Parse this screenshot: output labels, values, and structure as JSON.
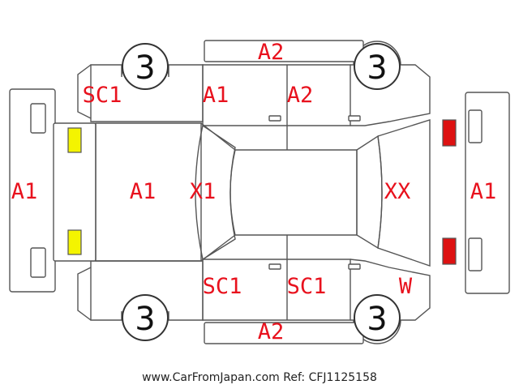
{
  "diagram": {
    "labels": {
      "roof_top": "A2",
      "front_left_fender": "SC1",
      "front_left_door": "A1",
      "rear_left_door": "A2",
      "front_bumper": "A1",
      "hood": "A1",
      "windshield": "X1",
      "rear_glass": "XX",
      "rear_bumper": "A1",
      "front_right_door": "SC1",
      "rear_right_door": "SC1",
      "roof_bottom": "A2",
      "rear_right_quarter": "W"
    },
    "wheels": {
      "front_left": "3",
      "rear_left": "3",
      "front_right": "3",
      "rear_right": "3"
    },
    "colors": {
      "code_text": "#e8111d",
      "front_lamps": "#f4f400",
      "rear_lamps": "#dd1111",
      "outline": "#555555"
    }
  },
  "footer": "www.CarFromJapan.com Ref: CFJ1125158"
}
